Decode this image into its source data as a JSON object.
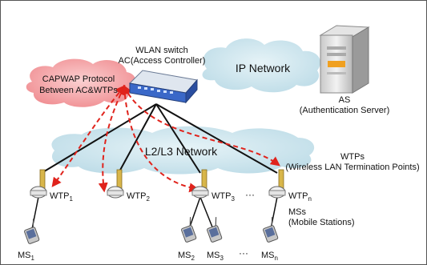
{
  "wlan_switch": {
    "line1": "WLAN switch",
    "line2": "AC(Access Controller)"
  },
  "ip_network": "IP  Network",
  "l23_network": "L2/L3 Network",
  "capwap": {
    "line1": "CAPWAP Protocol",
    "line2": "Between AC&WTPs"
  },
  "as": {
    "line1": "AS",
    "line2": "(Authentication Server)"
  },
  "wtps": {
    "line1": "WTPs",
    "line2": "(Wireless LAN Termination Points)"
  },
  "mss": {
    "line1": "MSs",
    "line2": "(Mobile Stations)"
  },
  "wtp_labels": [
    {
      "base": "WTP",
      "sub": "1"
    },
    {
      "base": "WTP",
      "sub": "2"
    },
    {
      "base": "WTP",
      "sub": "3"
    },
    {
      "base": "WTP",
      "sub": "n"
    }
  ],
  "ms_labels": [
    {
      "base": "MS",
      "sub": "1"
    },
    {
      "base": "MS",
      "sub": "2"
    },
    {
      "base": "MS",
      "sub": "3"
    },
    {
      "base": "MS",
      "sub": "n"
    }
  ],
  "ellipsis": "···",
  "colors": {
    "cloud": "#cfe6ee",
    "capwap_cloud": "#f4a8aa",
    "dashed_arrow": "#e0231c",
    "ap_antenna": "#d8b64a",
    "switch_body": "#3a68c8"
  }
}
